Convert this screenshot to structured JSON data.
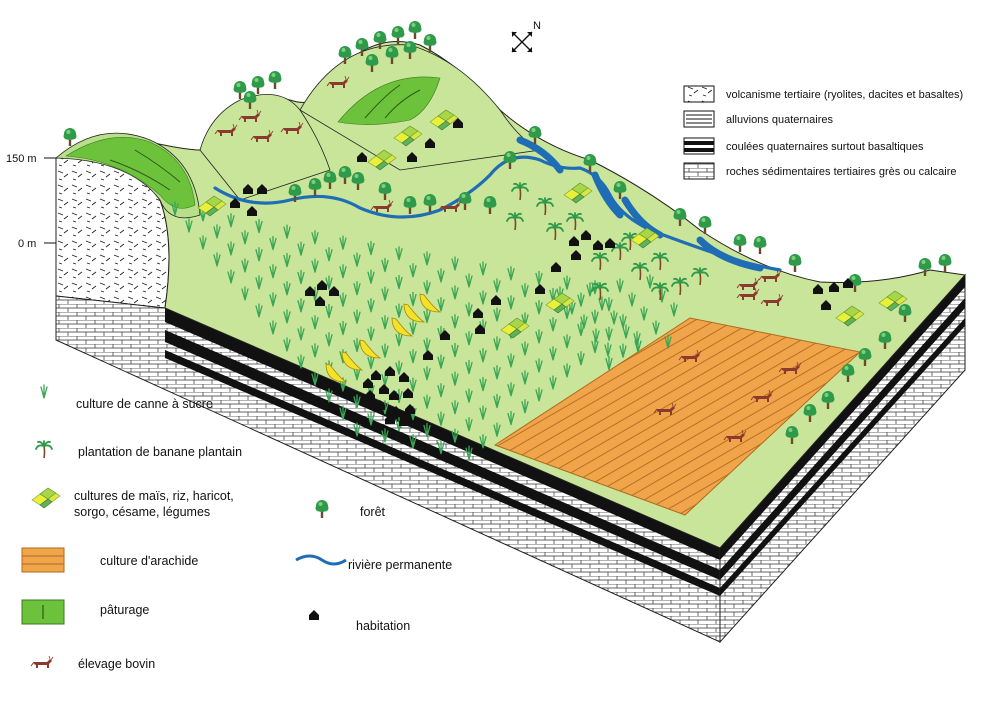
{
  "compass": {
    "north": "N"
  },
  "elevations": {
    "high": "150 m",
    "zero": "0 m"
  },
  "geology_legend": [
    {
      "pattern": "volcanic",
      "label": "volcanisme tertiaire (ryolites, dacites et basaltes)"
    },
    {
      "pattern": "alluvium",
      "label": "alluvions quaternaires"
    },
    {
      "pattern": "basalt",
      "label": "coulées quaternaires surtout basaltiques"
    },
    {
      "pattern": "sedimentary",
      "label": "roches sédimentaires tertiaires grès ou calcaire"
    }
  ],
  "land_use_legend": {
    "sugarcane": "culture de canne à sucre",
    "plantain": "plantation de banane plantain",
    "crops_line1": "cultures de maïs, riz, haricot,",
    "crops_line2": "sorgo, césame, légumes",
    "peanut": "culture d'arachide",
    "pasture": "pâturage",
    "cattle": "élevage bovin",
    "forest": "forêt",
    "river": "rivière permanente",
    "house": "habitation"
  },
  "colors": {
    "plain": "#c9e59a",
    "pasture": "#6cc23a",
    "peanut": "#f0a54a",
    "river": "#1f6db5",
    "sugarcane": "#3aa655",
    "tree": "#2f9a49",
    "cattle": "#8b3a2e",
    "banana": "#f5e02a"
  }
}
